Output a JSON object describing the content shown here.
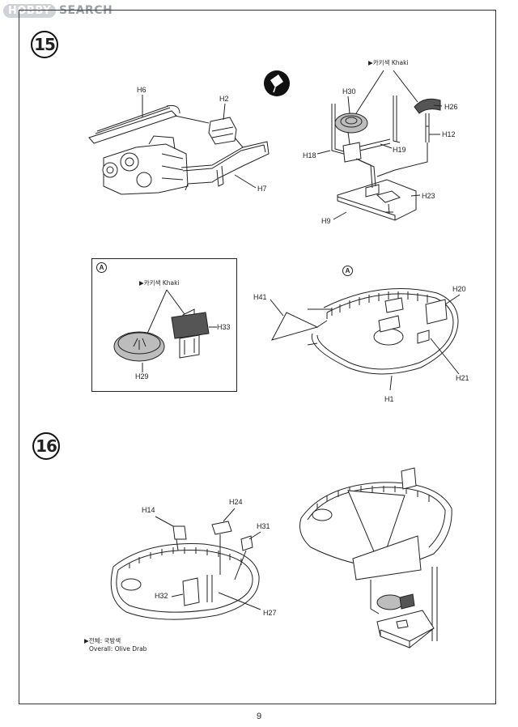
{
  "watermark": {
    "logo": "HOBBY",
    "text": "SEARCH"
  },
  "steps": {
    "s15": "15",
    "s16": "16"
  },
  "labels": {
    "H6": "H6",
    "H2": "H2",
    "H7": "H7",
    "H30": "H30",
    "H26": "H26",
    "H12": "H12",
    "H18": "H18",
    "H19": "H19",
    "H23": "H23",
    "H9": "H9",
    "H33": "H33",
    "H29": "H29",
    "H41": "H41",
    "H20": "H20",
    "H21": "H21",
    "H1": "H1",
    "H14": "H14",
    "H24": "H24",
    "H31": "H31",
    "H32": "H32",
    "H27": "H27"
  },
  "marker_A": "A",
  "color_notes": {
    "khaki_top": "▶카키색 Khaki",
    "khaki_inset": "▶카키색 Khaki",
    "overall_ko": "▶전체: 국방색",
    "overall_en": "Overall: Olive Drab"
  },
  "icons": {
    "glue": "glue-tube-icon"
  },
  "page_number": "9"
}
